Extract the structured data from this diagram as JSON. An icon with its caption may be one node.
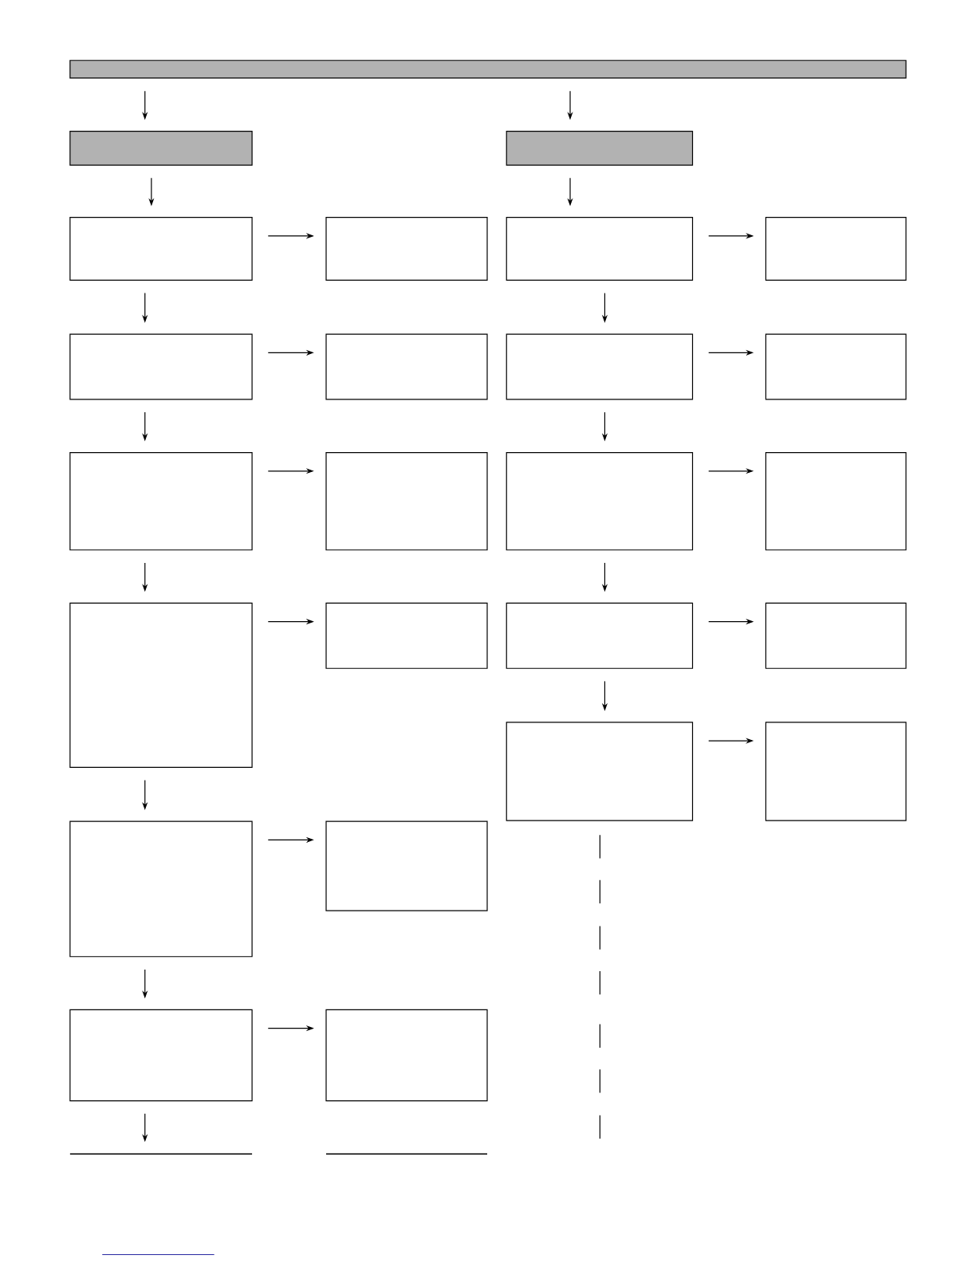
{
  "diagram": {
    "nodes": [
      {
        "text": [],
        "shape": "box"
      },
      {
        "text": [],
        "shape": "box"
      },
      {
        "text": [],
        "shape": "box"
      },
      {
        "text": [],
        "shape": "box"
      },
      {
        "text": [],
        "shape": "box"
      },
      {
        "text": [],
        "shape": "box"
      },
      {
        "text": [],
        "shape": "box"
      },
      {
        "text": [],
        "shape": "box"
      },
      {
        "text": [],
        "shape": "box"
      },
      {
        "text": [],
        "shape": "box"
      },
      {
        "text": [],
        "shape": "box"
      },
      {
        "text": [],
        "shape": "box"
      },
      {
        "text": [],
        "shape": "box"
      },
      {
        "text": [],
        "shape": "box"
      },
      {
        "text": [],
        "shape": "box"
      },
      {
        "text": [],
        "shape": "box"
      },
      {
        "text": [],
        "shape": "box"
      },
      {
        "text": [],
        "shape": "box"
      },
      {
        "text": [],
        "shape": "box"
      },
      {
        "text": [],
        "shape": "box"
      },
      {
        "text": [],
        "shape": "box"
      },
      {
        "text": [],
        "shape": "box"
      },
      {
        "text": [],
        "shape": "box"
      },
      {
        "text": [],
        "shape": "box"
      },
      {
        "text": [],
        "shape": "box"
      },
      {
        "text": [],
        "shape": "line"
      },
      {
        "text": [],
        "shape": "line"
      }
    ],
    "edges": [
      {
        "from": 0,
        "to": 1,
        "arrow": "to"
      },
      {
        "from": 0,
        "to": 2,
        "arrow": "to"
      },
      {
        "from": 1,
        "to": 3,
        "arrow": "to"
      },
      {
        "from": 2,
        "to": 5,
        "arrow": "to"
      },
      {
        "from": 3,
        "to": 4,
        "arrow": "to"
      },
      {
        "from": 5,
        "to": 6,
        "arrow": "to"
      },
      {
        "from": 3,
        "to": 7,
        "arrow": "to"
      },
      {
        "from": 5,
        "to": 9,
        "arrow": "to"
      },
      {
        "from": 7,
        "to": 8,
        "arrow": "to"
      },
      {
        "from": 9,
        "to": 10,
        "arrow": "to"
      },
      {
        "from": 7,
        "to": 11,
        "arrow": "to"
      },
      {
        "from": 9,
        "to": 13,
        "arrow": "to"
      },
      {
        "from": 11,
        "to": 12,
        "arrow": "to"
      },
      {
        "from": 13,
        "to": 14,
        "arrow": "to"
      },
      {
        "from": 11,
        "to": 15,
        "arrow": "to"
      },
      {
        "from": 13,
        "to": 17,
        "arrow": "to"
      },
      {
        "from": 15,
        "to": 16,
        "arrow": "to"
      },
      {
        "from": 17,
        "to": 18,
        "arrow": "to"
      },
      {
        "from": 17,
        "to": 19,
        "arrow": "to"
      },
      {
        "from": 19,
        "to": 20,
        "arrow": "to"
      },
      {
        "from": 15,
        "to": 21,
        "arrow": "to"
      },
      {
        "from": 21,
        "to": 22,
        "arrow": "to"
      },
      {
        "from": 21,
        "to": 23,
        "arrow": "to"
      },
      {
        "from": 23,
        "to": 24,
        "arrow": "to"
      },
      {
        "from": 23,
        "to": 25,
        "arrow": "to"
      }
    ]
  }
}
